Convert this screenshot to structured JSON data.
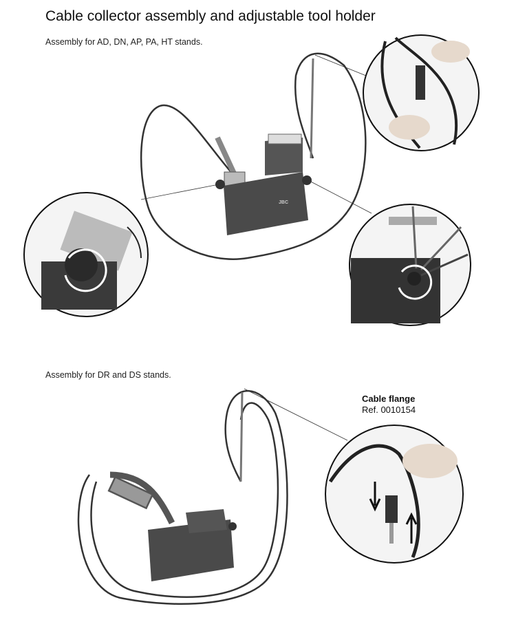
{
  "title": "Cable collector assembly and adjustable tool holder",
  "section1": {
    "caption": "Assembly for AD, DN, AP, PA, HT stands."
  },
  "section2": {
    "caption": "Assembly for DR and DS stands."
  },
  "callout": {
    "label": "Cable flange",
    "ref": "Ref. 0010154"
  },
  "stand_logo": "JBC"
}
